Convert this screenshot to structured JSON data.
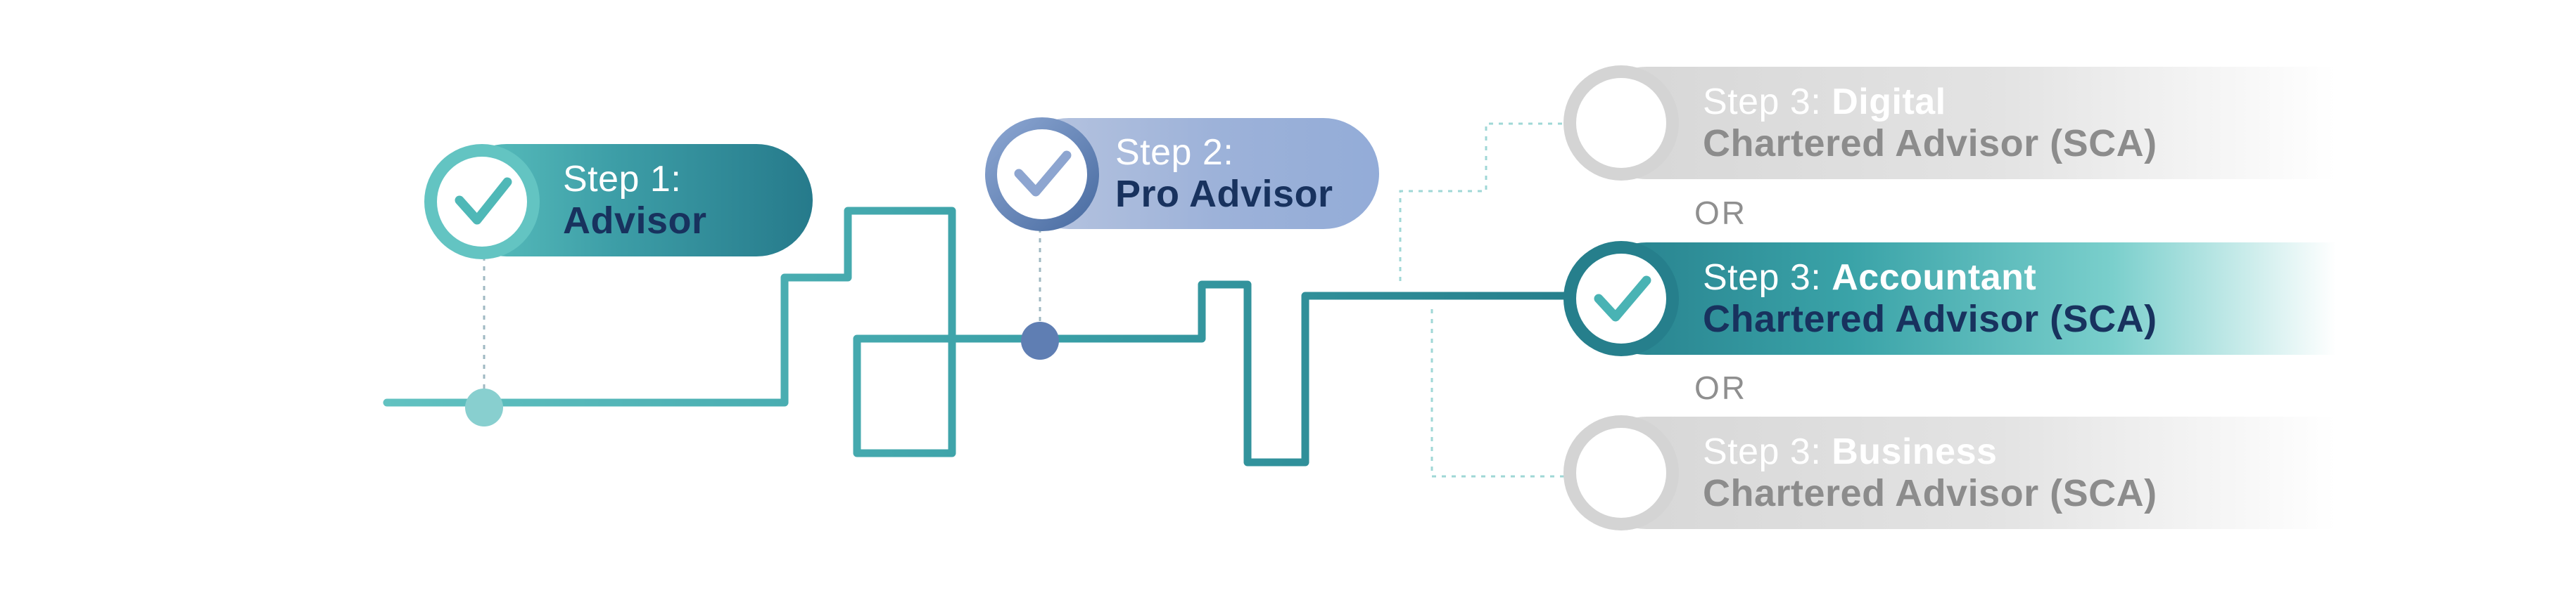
{
  "colors": {
    "teal_line": "#3aa5a8",
    "dark_teal": "#267f8c",
    "navy_text": "#18325e",
    "pro_blue": "#4f78ad",
    "grey_text": "#8c8c8c",
    "dot_light": "#88cfcf",
    "dot_blue": "#5f7eb3"
  },
  "steps": {
    "step1": {
      "prefix": "Step 1:",
      "title": "Advisor",
      "icon": "check-icon"
    },
    "step2": {
      "prefix": "Step 2:",
      "title": "Pro Advisor",
      "icon": "check-icon"
    },
    "step3_digital": {
      "prefix": "Step 3: ",
      "bold": "Digital",
      "line2": "Chartered Advisor (SCA)",
      "icon": "empty-circle-icon"
    },
    "step3_accountant": {
      "prefix": "Step 3: ",
      "bold": "Accountant",
      "line2": "Chartered Advisor (SCA)",
      "icon": "check-icon"
    },
    "step3_business": {
      "prefix": "Step 3: ",
      "bold": "Business",
      "line2": "Chartered Advisor (SCA)",
      "icon": "empty-circle-icon"
    }
  },
  "separators": {
    "or_top": "OR",
    "or_bottom": "OR"
  }
}
